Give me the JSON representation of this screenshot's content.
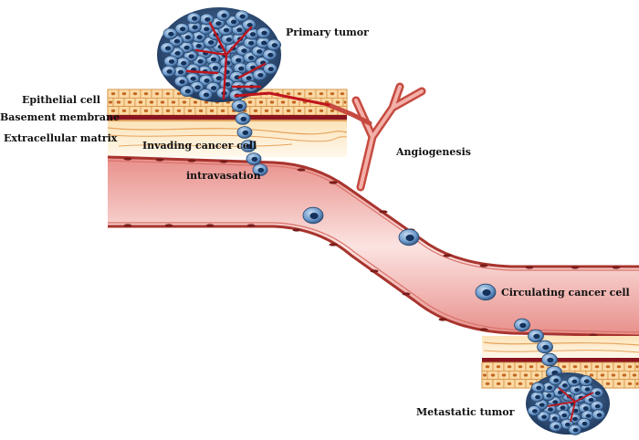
{
  "labels": {
    "primary_tumor": "Primary tumor",
    "epithelial_cell": "Epithelial cell",
    "basement_membrane": "Basement membrane",
    "extracellular_matrix": "Extracellular matrix",
    "invading_cancer_cell": "Invading cancer cell",
    "intravasation": "intravasation",
    "angiogenesis": "Angiogenesis",
    "circulating_cancer_cell": "Circulating cancer cell",
    "metastatic_tumor": "Metastatic tumor"
  },
  "colors": {
    "tumor_dark": "#1e3a60",
    "tumor_light": "#6f9ccc",
    "cell_nucleus": "#13315a",
    "vessel_wall": "#a8342e",
    "vessel_lumen": "#f4b7b3",
    "blood_red": "#c0141c",
    "epithelium_fill": "#f9d9a8",
    "epithelium_border": "#d08a3a",
    "basement_membrane": "#8a1420",
    "ecm_fill": "#fdebcc",
    "ecm_fiber": "#e29d54"
  }
}
